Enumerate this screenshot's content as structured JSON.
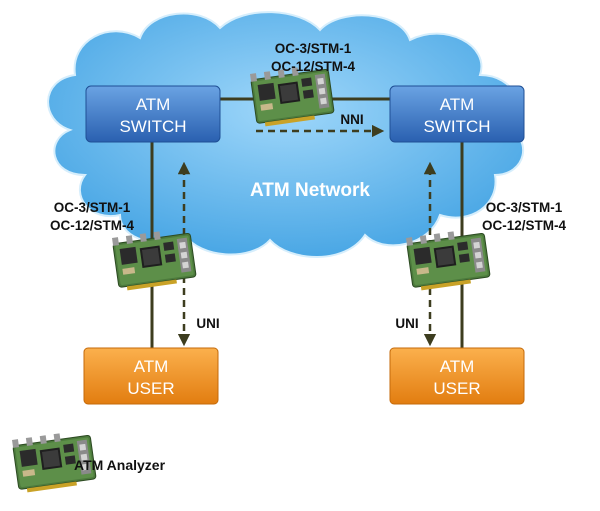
{
  "network": {
    "label": "ATM Network"
  },
  "switches": {
    "left": {
      "line1": "ATM",
      "line2": "SWITCH"
    },
    "right": {
      "line1": "ATM",
      "line2": "SWITCH"
    }
  },
  "users": {
    "left": {
      "line1": "ATM",
      "line2": "USER"
    },
    "right": {
      "line1": "ATM",
      "line2": "USER"
    }
  },
  "links": {
    "trunk": {
      "line1": "OC-3/STM-1",
      "line2": "OC-12/STM-4"
    },
    "left_access": {
      "line1": "OC-3/STM-1",
      "line2": "OC-12/STM-4"
    },
    "right_access": {
      "line1": "OC-3/STM-1",
      "line2": "OC-12/STM-4"
    }
  },
  "interfaces": {
    "nni": "NNI",
    "uni_left": "UNI",
    "uni_right": "UNI"
  },
  "legend": {
    "label": "ATM Analyzer"
  },
  "colors": {
    "cloud": "#5fb3ea",
    "switch_box": "#3a79c9",
    "user_box": "#f2911f",
    "line": "#3d3d1f",
    "card_pcb": "#4c7a3c"
  },
  "icons": [
    "network-cloud",
    "atm-analyzer-card"
  ]
}
